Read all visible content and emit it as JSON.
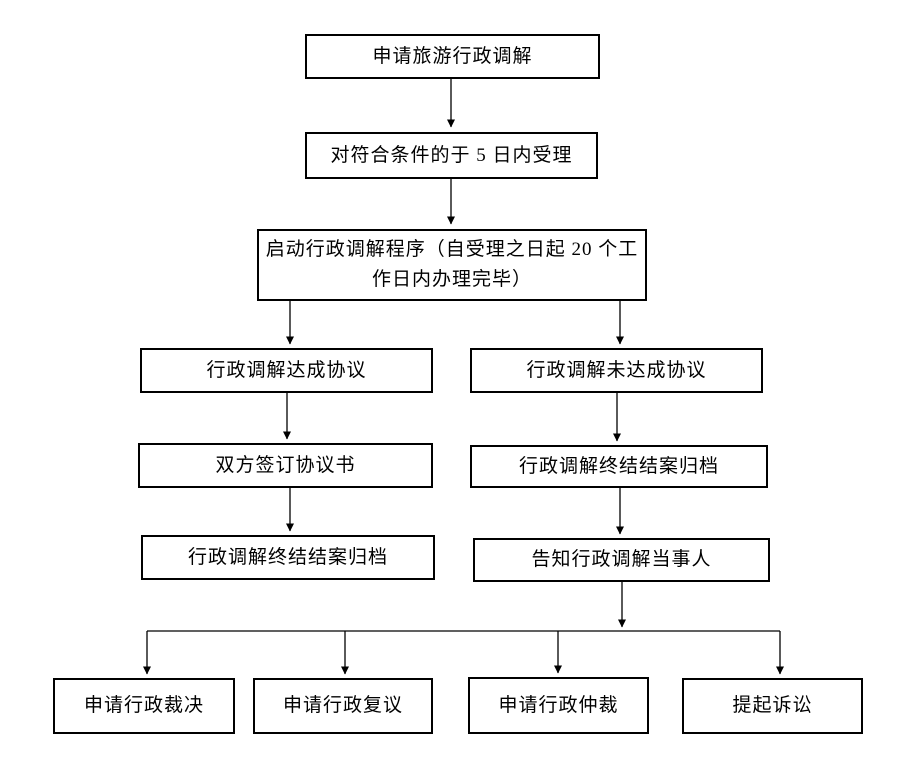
{
  "flowchart": {
    "background_color": "#ffffff",
    "line_color": "#000000",
    "box_border_color": "#000000",
    "box_fill_color": "#ffffff",
    "text_color": "#000000",
    "nodes": {
      "apply": "申请旅游行政调解",
      "accept": "对符合条件的于 5 日内受理",
      "start": "启动行政调解程序（自受理之日起 20 个工作日内办理完毕）",
      "agree": "行政调解达成协议",
      "no_agree": "行政调解未达成协议",
      "sign": "双方签订协议书",
      "archive_left": "行政调解终结结案归档",
      "archive_right": "行政调解终结结案归档",
      "inform": "告知行政调解当事人",
      "ruling": "申请行政裁决",
      "review": "申请行政复议",
      "arbitration": "申请行政仲裁",
      "lawsuit": "提起诉讼"
    },
    "edges": [
      {
        "from": "apply",
        "to": "accept"
      },
      {
        "from": "accept",
        "to": "start"
      },
      {
        "from": "start",
        "to": "agree"
      },
      {
        "from": "start",
        "to": "no_agree"
      },
      {
        "from": "agree",
        "to": "sign"
      },
      {
        "from": "sign",
        "to": "archive_left"
      },
      {
        "from": "no_agree",
        "to": "archive_right"
      },
      {
        "from": "archive_right",
        "to": "inform"
      },
      {
        "from": "inform",
        "to": "ruling"
      },
      {
        "from": "inform",
        "to": "review"
      },
      {
        "from": "inform",
        "to": "arbitration"
      },
      {
        "from": "inform",
        "to": "lawsuit"
      }
    ]
  }
}
